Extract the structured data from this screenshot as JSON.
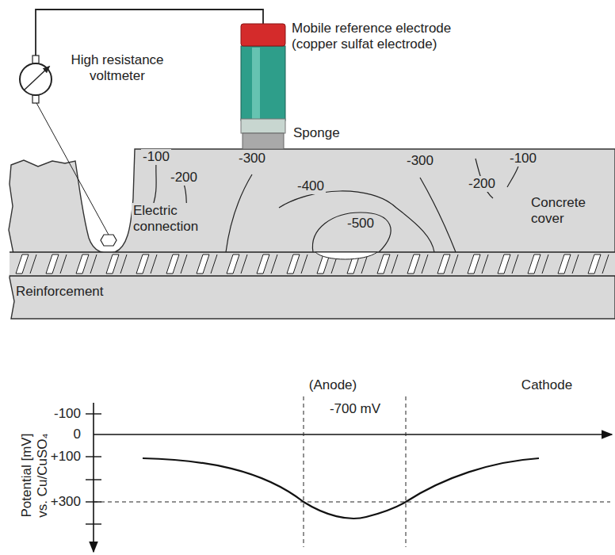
{
  "diagram": {
    "labels": [
      "High resistance voltmeter",
      "Mobile reference electrode (copper sulfat electrode)",
      "Sponge",
      "-100",
      "-200",
      "-300",
      "-400",
      "-500",
      "-300",
      "-200",
      "-100",
      "Electric connection",
      "Concrete cover",
      "Reinforcement",
      "(Anode)",
      "-700 mV",
      "Cathode",
      "-100",
      "0",
      "+100",
      "+300",
      "Potential [mV] vs. Cu/CuSO₄"
    ]
  }
}
